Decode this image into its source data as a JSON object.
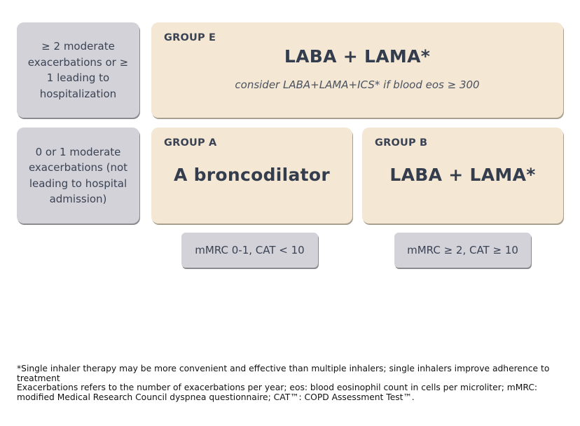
{
  "rows": [
    {
      "label": "≥ 2 moderate exacerbations or ≥ 1 leading to hospitalization"
    },
    {
      "label": "0 or 1 moderate exacerbations (not leading to hospital admission)"
    }
  ],
  "groups": {
    "E": {
      "title": "GROUP E",
      "treatment": "LABA + LAMA*",
      "note": "consider LABA+LAMA+ICS* if blood eos ≥ 300"
    },
    "A": {
      "title": "GROUP A",
      "treatment": "A broncodilator"
    },
    "B": {
      "title": "GROUP B",
      "treatment": "LABA + LAMA*"
    }
  },
  "criteria": {
    "A": "mMRC 0-1, CAT < 10",
    "B": "mMRC ≥ 2, CAT ≥ 10"
  },
  "footnotes": {
    "line1": "*Single inhaler therapy may be more convenient and effective than multiple inhalers; single inhalers improve adherence to treatment",
    "line2": "Exacerbations refers to the number of exacerbations per year; eos: blood eosinophil count in cells per microliter; mMRC: modified Medical Research Council dyspnea questionnaire; CAT™: COPD Assessment Test™."
  },
  "colors": {
    "gray_box": "#d3d2d8",
    "beige_box": "#f4e8d4",
    "text": "#3a4354"
  }
}
